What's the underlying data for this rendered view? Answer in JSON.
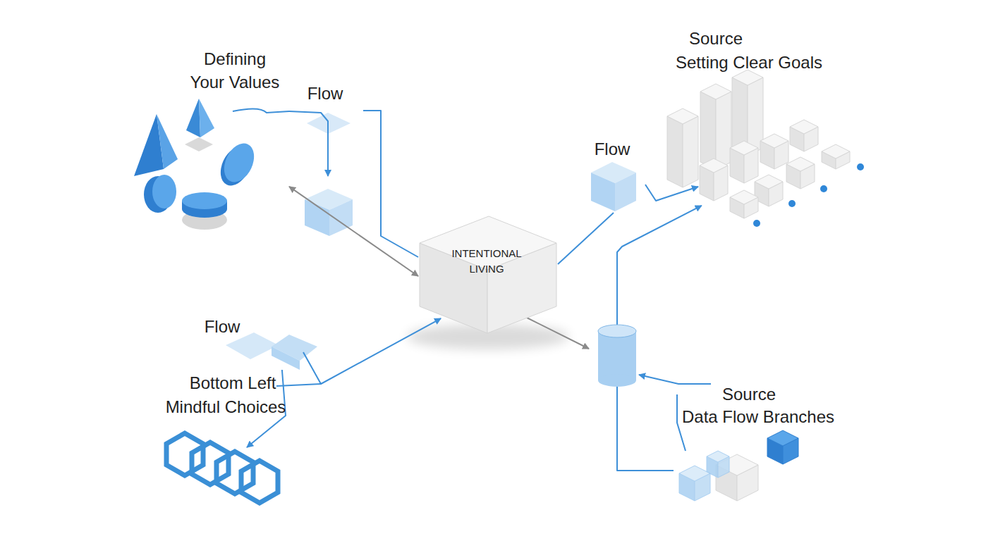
{
  "diagram": {
    "nodes": [
      {
        "text": [
          "Defining Your Values"
        ]
      },
      {
        "text": [
          "Flow"
        ]
      },
      {
        "text": [
          "Source",
          "Setting Clear Goals"
        ]
      },
      {
        "text": [
          "Flow"
        ]
      },
      {
        "text": [
          "INTENTIONAL LIVING"
        ]
      },
      {
        "text": [
          "Flow"
        ]
      },
      {
        "text": [
          "Bottom Left",
          "Mindful Choices"
        ]
      },
      {
        "text": [
          "Source",
          "Data Flow Branches"
        ]
      }
    ],
    "edges": [
      {
        "from": 0,
        "to": 4,
        "arrow": "both"
      },
      {
        "from": 0,
        "to": 1,
        "arrow": "to"
      },
      {
        "from": 1,
        "to": 4,
        "arrow": "none"
      },
      {
        "from": 4,
        "to": 3,
        "arrow": "none"
      },
      {
        "from": 3,
        "to": 2,
        "arrow": "to"
      },
      {
        "from": 7,
        "to": 2,
        "arrow": "to"
      },
      {
        "from": 5,
        "to": 4,
        "arrow": "to"
      },
      {
        "from": 5,
        "to": 6,
        "arrow": "to"
      }
    ]
  }
}
